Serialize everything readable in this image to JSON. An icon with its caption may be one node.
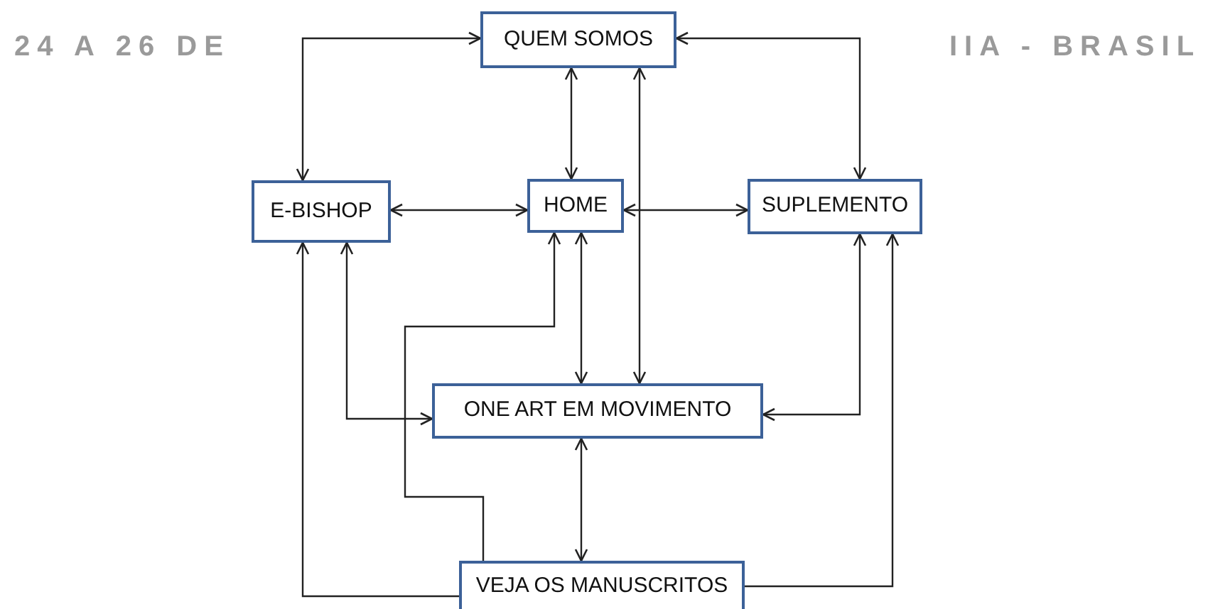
{
  "diagram": {
    "nodes": [
      {
        "text": [
          "QUEM SOMOS"
        ]
      },
      {
        "text": [
          "E-BISHOP"
        ]
      },
      {
        "text": [
          "HOME"
        ]
      },
      {
        "text": [
          "SUPLEMENTO"
        ]
      },
      {
        "text": [
          "ONE ART EM MOVIMENTO"
        ]
      },
      {
        "text": [
          "VEJA OS MANUSCRITOS"
        ]
      }
    ],
    "edges": [
      {
        "from": 0,
        "to": 1,
        "arrow": "both"
      },
      {
        "from": 0,
        "to": 3,
        "arrow": "both"
      },
      {
        "from": 0,
        "to": 2,
        "arrow": "both"
      },
      {
        "from": 0,
        "to": 4,
        "arrow": "both"
      },
      {
        "from": 1,
        "to": 2,
        "arrow": "both"
      },
      {
        "from": 2,
        "to": 3,
        "arrow": "both"
      },
      {
        "from": 1,
        "to": 4,
        "arrow": "both"
      },
      {
        "from": 3,
        "to": 4,
        "arrow": "both"
      },
      {
        "from": 2,
        "to": 4,
        "arrow": "both"
      },
      {
        "from": 5,
        "to": 2,
        "arrow": "to"
      },
      {
        "from": 5,
        "to": 1,
        "arrow": "to"
      },
      {
        "from": 5,
        "to": 3,
        "arrow": "to"
      },
      {
        "from": 4,
        "to": 5,
        "arrow": "both"
      }
    ],
    "labels": [
      "24 A 26 DE",
      "IIA - BRASIL"
    ]
  }
}
